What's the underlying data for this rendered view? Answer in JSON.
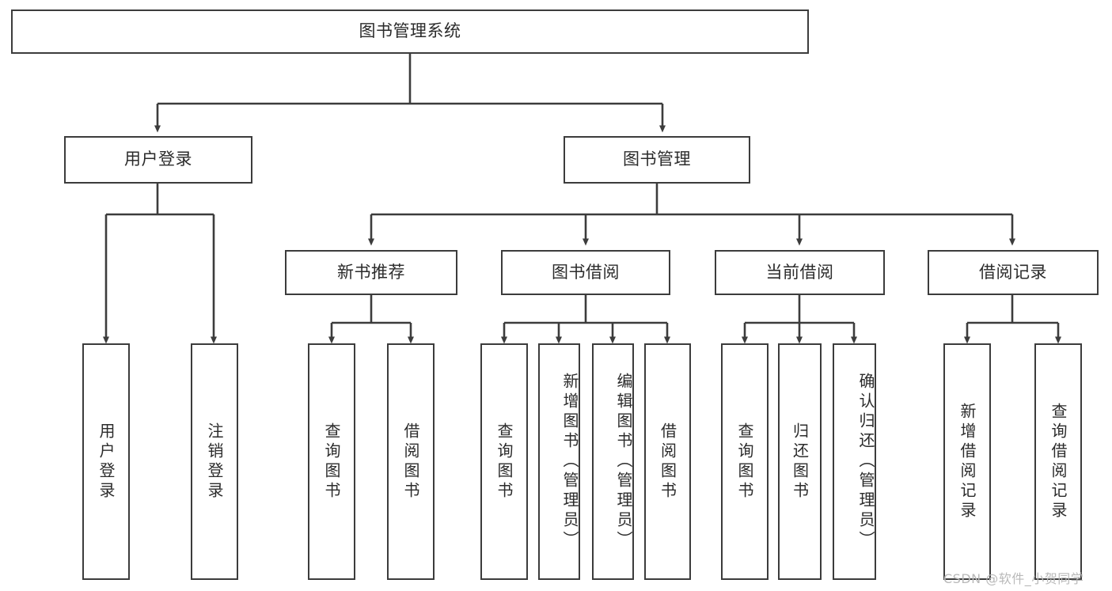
{
  "diagram": {
    "type": "tree-hierarchy",
    "root": {
      "id": "root",
      "label": "图书管理系统"
    },
    "level2": [
      {
        "id": "user-login",
        "label": "用户登录"
      },
      {
        "id": "book-manage",
        "label": "图书管理"
      }
    ],
    "level3": [
      {
        "id": "new-book-recommend",
        "label": "新书推荐"
      },
      {
        "id": "book-borrow",
        "label": "图书借阅"
      },
      {
        "id": "current-borrow",
        "label": "当前借阅"
      },
      {
        "id": "borrow-record",
        "label": "借阅记录"
      }
    ],
    "leaves": {
      "user_login": [
        {
          "id": "leaf-user-login",
          "label": "用户登录"
        },
        {
          "id": "leaf-logout-login",
          "label": "注销登录"
        }
      ],
      "new_book_recommend": [
        {
          "id": "leaf-query-book-1",
          "label": "查询图书"
        },
        {
          "id": "leaf-borrow-book-1",
          "label": "借阅图书"
        }
      ],
      "book_borrow": [
        {
          "id": "leaf-query-book-2",
          "label": "查询图书"
        },
        {
          "id": "leaf-add-book",
          "label": "新增图书（管理员）"
        },
        {
          "id": "leaf-edit-book",
          "label": "编辑图书（管理员）"
        },
        {
          "id": "leaf-borrow-book-2",
          "label": "借阅图书"
        }
      ],
      "current_borrow": [
        {
          "id": "leaf-query-book-3",
          "label": "查询图书"
        },
        {
          "id": "leaf-return-book",
          "label": "归还图书"
        },
        {
          "id": "leaf-confirm-return",
          "label": "确认归还（管理员）"
        }
      ],
      "borrow_record": [
        {
          "id": "leaf-add-borrow-record",
          "label": "新增借阅记录"
        },
        {
          "id": "leaf-query-borrow-record",
          "label": "查询借阅记录"
        }
      ]
    },
    "watermark": "CSDN @软件_小贺同学",
    "colors": {
      "line": "#3c3c3c",
      "box_border": "#3c3c3c",
      "box_fill": "#ffffff",
      "text": "#2b2b2b",
      "background": "#ffffff",
      "watermark": "#b9b9b9"
    }
  }
}
